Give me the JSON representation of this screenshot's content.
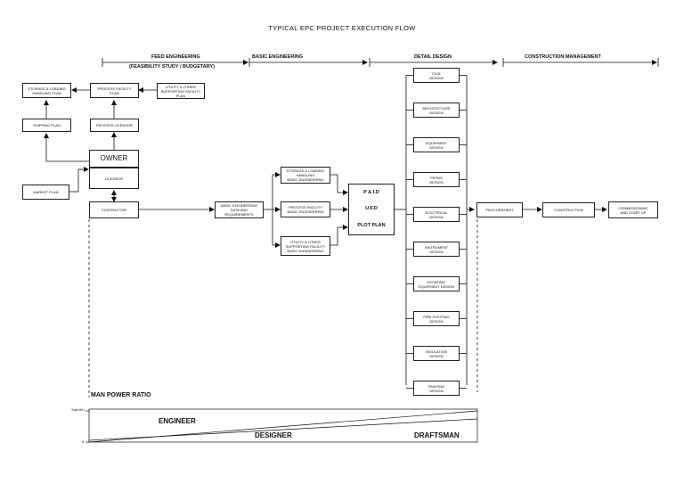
{
  "title": "TYPICAL EPC PROJECT EXECUTION FLOW",
  "phases": {
    "feed": "FEED ENGINEERING",
    "feed_sub": "(FEASIBILITY STUDY / BUDGETARY)",
    "basic": "BASIC ENGINEERING",
    "detail": "DETAIL DESIGN",
    "construction": "CONSTRUCTION MANAGEMENT"
  },
  "boxes": {
    "storage_loading_plan": "STORAGE & LOADING\nHANDLING PLAN",
    "process_facility_plan": "PROCESS FACILITY\nPLAN",
    "utility_plan": "UTILITY & OTHER\nSUPPORTING FACILITY\nPLAN",
    "shipping_plan": "SHIPPING PLAN",
    "process_licensor": "PROCESS LICENSOR",
    "owner": "OWNER",
    "licensor": "LICENSOR",
    "market_plan": "MARKET PLAN",
    "contractor": "CONTRACTOR",
    "basic_eng_data": "BASIC ENGINEERING\nDATA AND\nREQUIREMENTS",
    "storage_basic": "STORAGE & LOADING\nHANDLING\nBASIC ENGINEERING",
    "process_basic": "PROCESS FACILITY\nBASIC ENGINEERING",
    "utility_basic": "UTILITY & OTHER\nSUPPORTING FACILITY\nBASIC ENGINEERING",
    "pid": "P & I.D",
    "ufd": "U.F.D",
    "plot_plan": "PLOT PLAN",
    "procurement": "PROCUREMENT",
    "construction": "CONSTRUCTION",
    "commissioning": "COMMISSIONING\nAND START UP"
  },
  "detail_designs": [
    "CIVIL\nDESIGN",
    "ARCHITECTURE\nDESIGN",
    "EQUIPMENT\nDESIGN",
    "PIPING\nDESIGN",
    "ELECTRICAL\nDESIGN",
    "INSTRUMENT\nDESIGN",
    "ROTATING\nEQUIPMENT DESIGN",
    "FIRE FIGHTING\nDESIGN",
    "INSULATION\nDESIGN",
    "PAINTING\nDESIGN"
  ],
  "manpower": {
    "title": "MAN POWER RATIO",
    "y_top": "Total M/H",
    "y_zero": "0",
    "engineer": "ENGINEER",
    "designer": "DESIGNER",
    "draftsman": "DRAFTSMAN"
  }
}
